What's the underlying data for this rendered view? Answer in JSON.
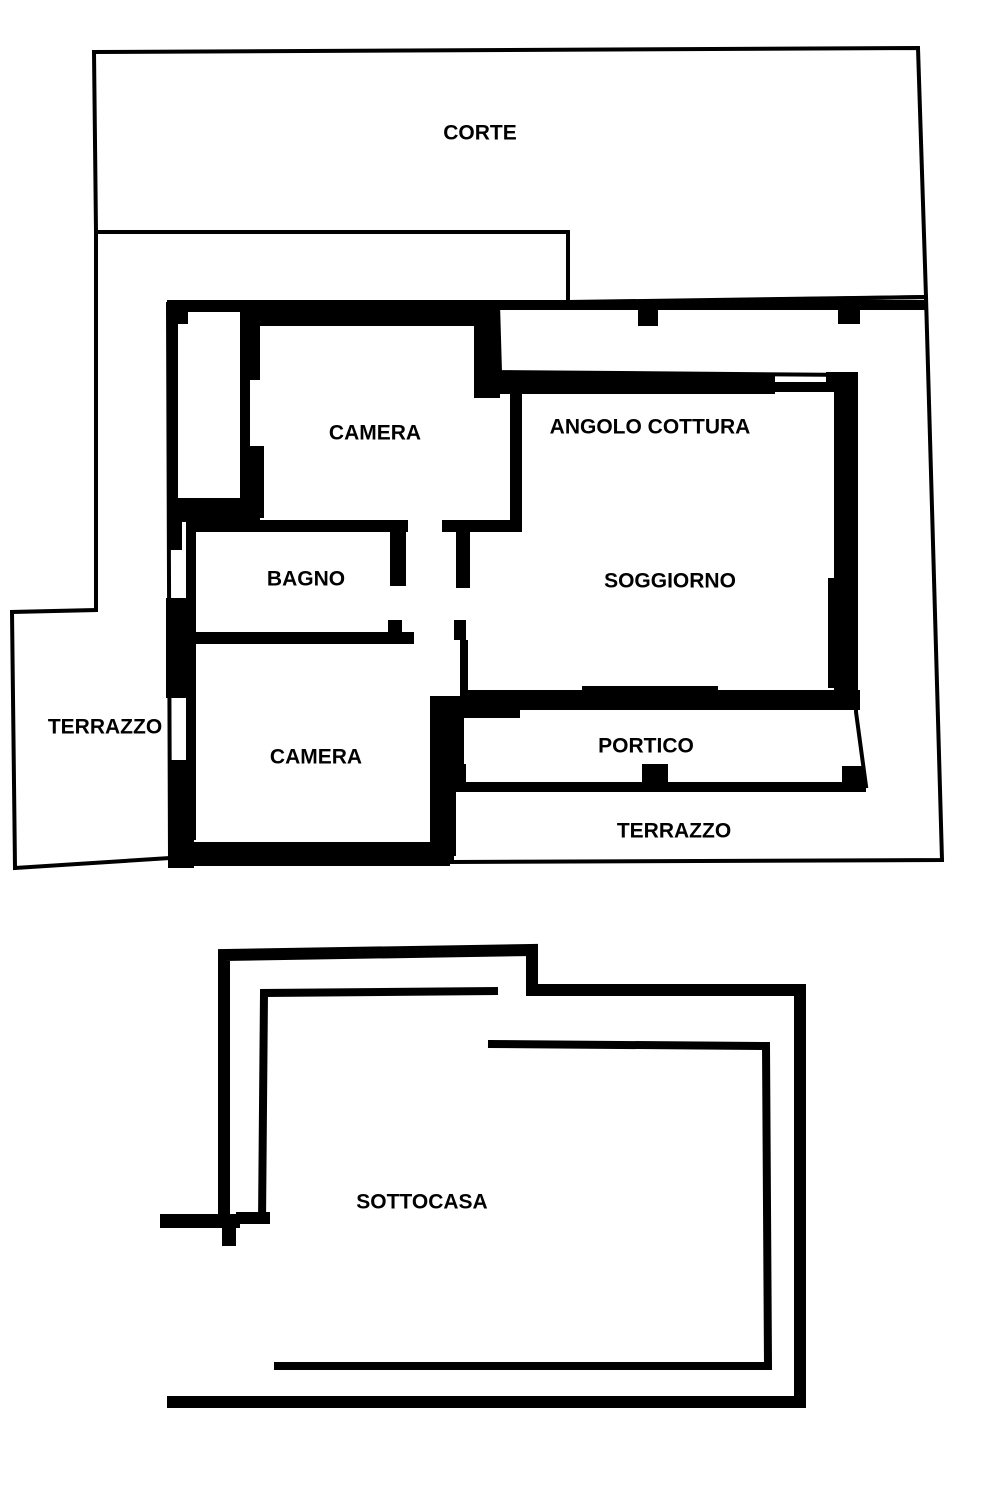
{
  "floor_plan": {
    "rooms": {
      "corte": "CORTE",
      "camera_top": "CAMERA",
      "angolo_cottura": "ANGOLO COTTURA",
      "bagno": "BAGNO",
      "soggiorno": "SOGGIORNO",
      "terrazzo_left": "TERRAZZO",
      "camera_bottom": "CAMERA",
      "portico": "PORTICO",
      "terrazzo_bottom": "TERRAZZO"
    },
    "basement": {
      "sottocasa": "SOTTOCASA"
    }
  }
}
